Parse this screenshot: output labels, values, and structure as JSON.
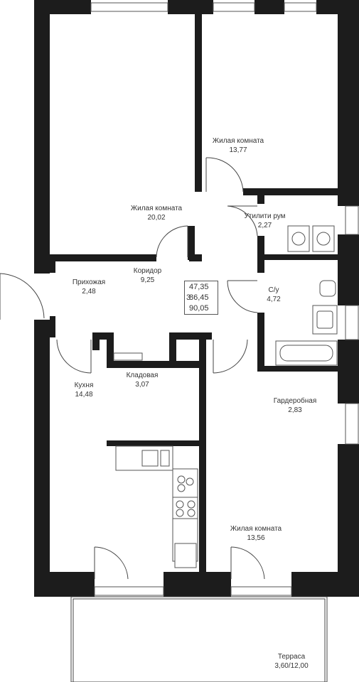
{
  "plan": {
    "rooms": [
      {
        "id": "living-room-1",
        "name": "Жилая комната",
        "area": "20,02"
      },
      {
        "id": "living-room-2",
        "name": "Жилая комната",
        "area": "13,77"
      },
      {
        "id": "utility-room",
        "name": "Утилити рум",
        "area": "2,27"
      },
      {
        "id": "corridor",
        "name": "Коридор",
        "area": "9,25"
      },
      {
        "id": "hallway",
        "name": "Прихожая",
        "area": "2,48"
      },
      {
        "id": "bathroom",
        "name": "С/у",
        "area": "4,72"
      },
      {
        "id": "kitchen",
        "name": "Кухня",
        "area": "14,48"
      },
      {
        "id": "storage",
        "name": "Кладовая",
        "area": "3,07"
      },
      {
        "id": "wardrobe",
        "name": "Гардеробная",
        "area": "2,83"
      },
      {
        "id": "living-room-3",
        "name": "Жилая комната",
        "area": "13,56"
      },
      {
        "id": "terrace",
        "name": "Терраса",
        "area": "3,60/12,00"
      }
    ],
    "summary": {
      "rooms_count": "3",
      "living_area": "47,35",
      "total_area": "86,45",
      "total_with_terrace": "90,05"
    }
  },
  "colors": {
    "wall": "#1c1c1c",
    "window": "#ffffff",
    "line": "#333333"
  }
}
